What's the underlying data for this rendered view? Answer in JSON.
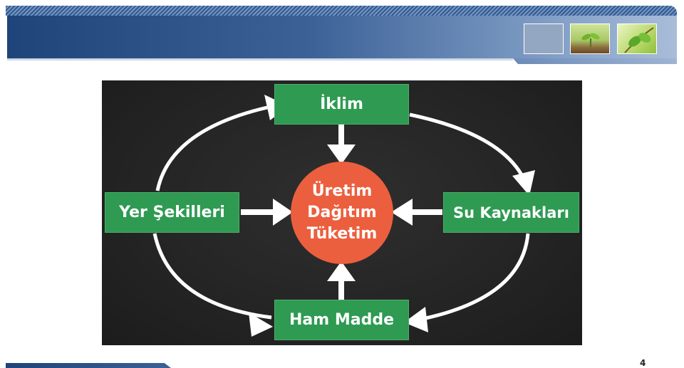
{
  "header": {
    "thumbnails": [
      "blank-thumbnail",
      "seedling-thumbnail",
      "leaves-thumbnail"
    ]
  },
  "diagram": {
    "top_label": "İklim",
    "left_label": "Yer Şekilleri",
    "right_label": "Su Kaynakları",
    "bottom_label": "Ham Madde",
    "center_lines": [
      "Üretim",
      "Dağıtım",
      "Tüketim"
    ],
    "colors": {
      "box": "#2e9a52",
      "center": "#ec5f3e",
      "background": "#262626",
      "arrows": "#ffffff"
    }
  },
  "footer": {
    "page_number": "4"
  }
}
